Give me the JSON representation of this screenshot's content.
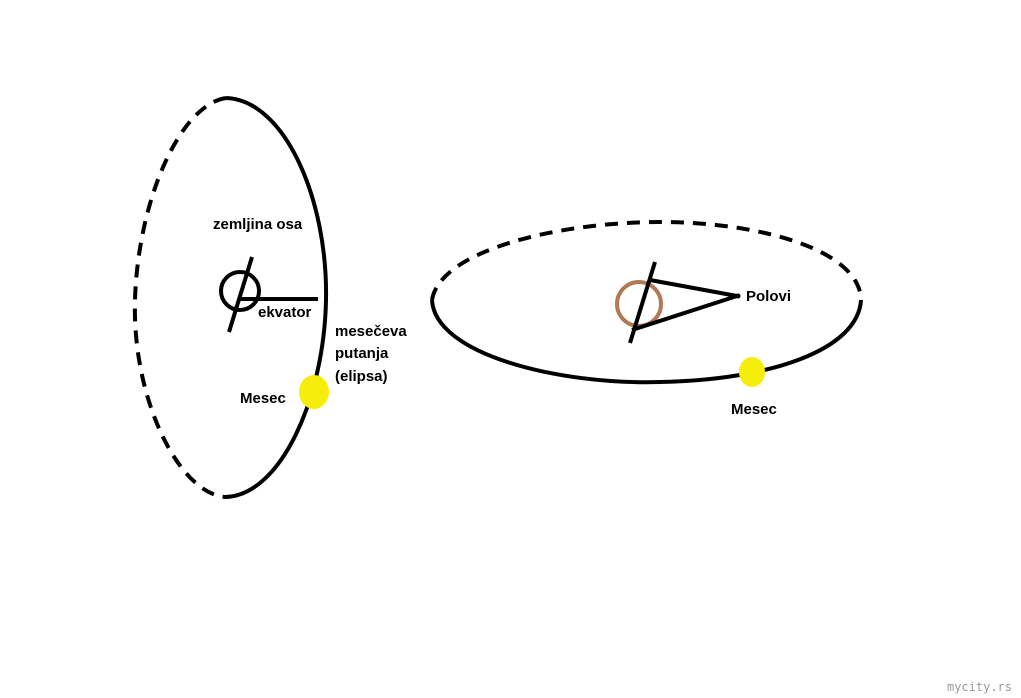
{
  "colors": {
    "stroke": "#000000",
    "moon": "#f5ee0c",
    "earth_ring": "#b07a57",
    "watermark": "#9a9a9a"
  },
  "left_view": {
    "labels": {
      "axis": "zemljina osa",
      "equator": "ekvator",
      "orbit_line1": "mesečeva",
      "orbit_line2": "putanja",
      "orbit_line3": "(elipsa)",
      "moon": "Mesec"
    }
  },
  "right_view": {
    "labels": {
      "poles": "Polovi",
      "moon": "Mesec"
    }
  },
  "watermark": "mycity.rs"
}
